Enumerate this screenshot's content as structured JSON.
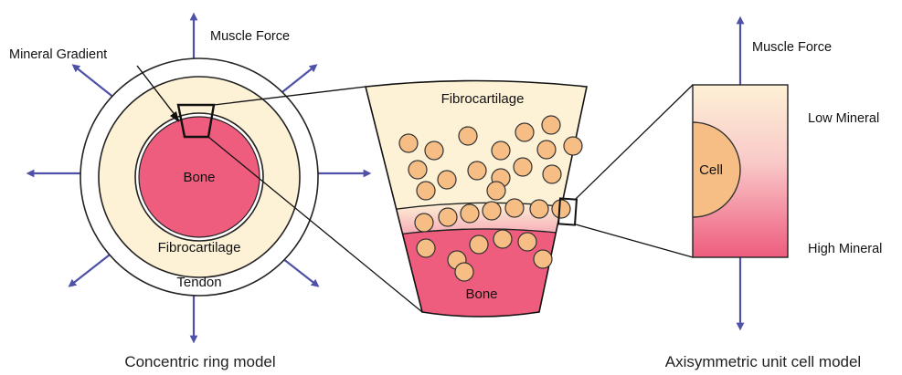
{
  "left_panel": {
    "label_mineral_gradient": "Mineral Gradient",
    "label_muscle_force": "Muscle Force",
    "label_bone": "Bone",
    "label_fibrocartilage": "Fibrocartilage",
    "label_tendon": "Tendon",
    "caption": "Concentric ring model"
  },
  "middle_panel": {
    "label_fibrocartilage": "Fibrocartilage",
    "label_bone": "Bone"
  },
  "right_panel": {
    "label_muscle_force": "Muscle Force",
    "label_low_mineral": "Low Mineral",
    "label_high_mineral": "High Mineral",
    "label_cell": "Cell",
    "caption": "Axisymmetric unit cell model"
  },
  "colors": {
    "bone": "#EE5C7E",
    "fibrocartilage": "#FDF1D6",
    "cell": "#F6BE85",
    "arrow": "#4F51A8",
    "outline": "#111111"
  }
}
